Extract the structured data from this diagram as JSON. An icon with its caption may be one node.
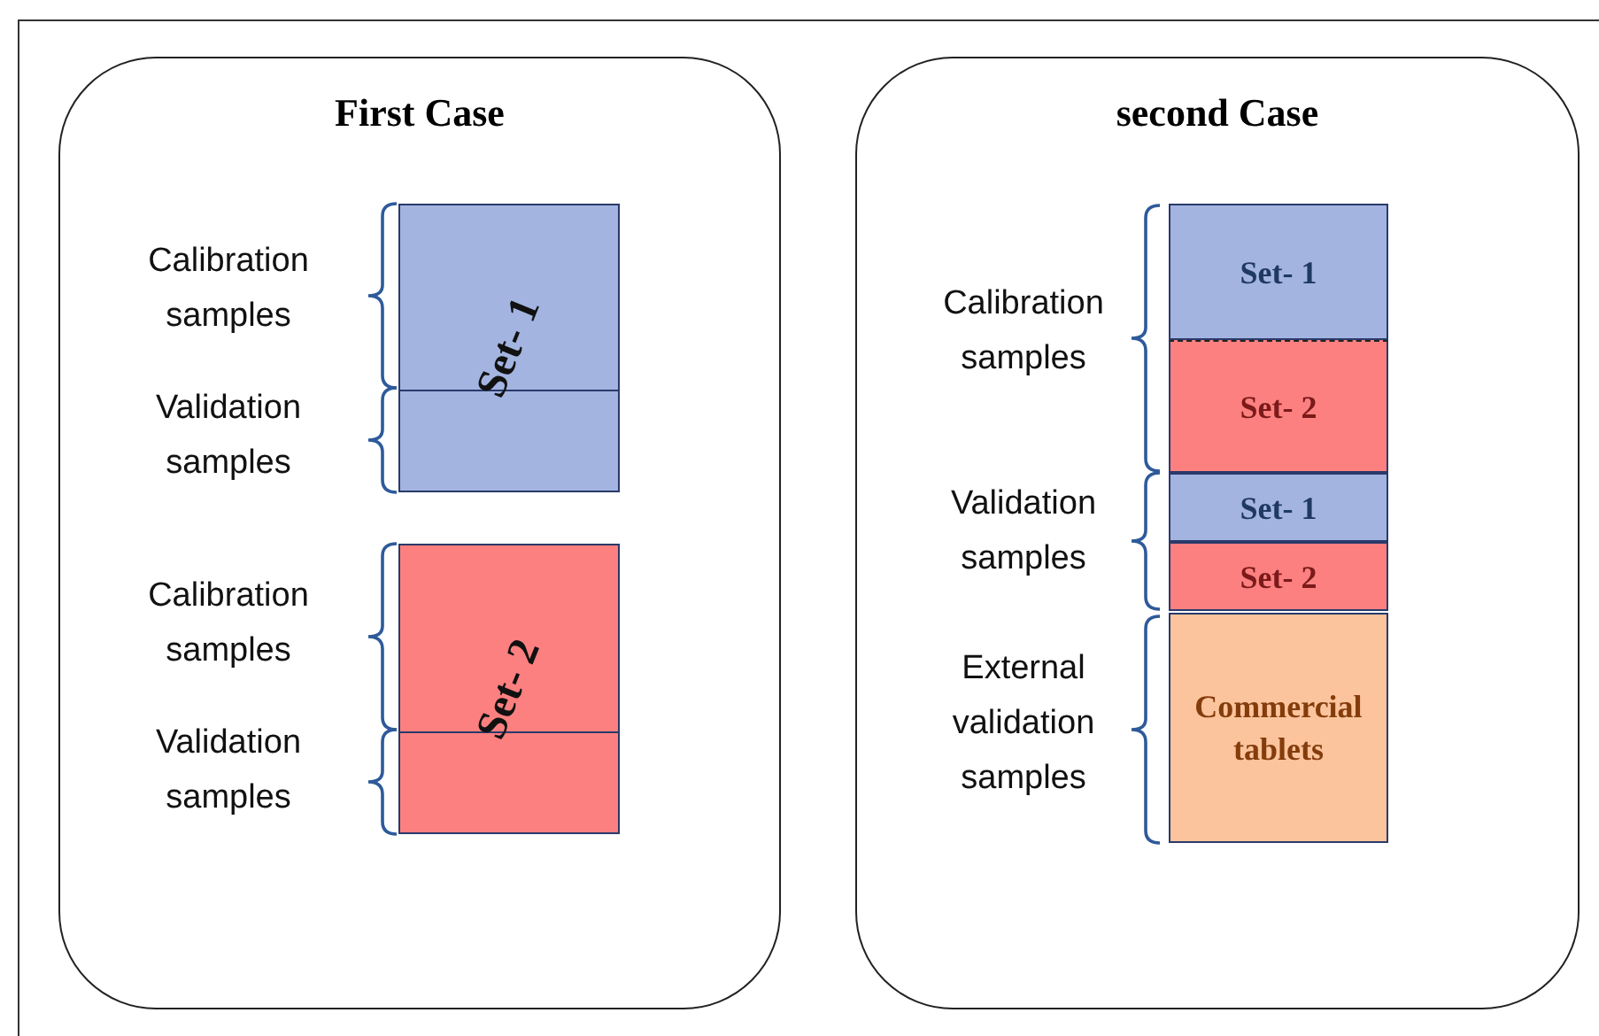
{
  "diagram": {
    "nodes": [
      {
        "text": [
          "First Case"
        ]
      },
      {
        "text": [
          "Set- 1"
        ],
        "in": 0
      },
      {
        "text": [
          "Set- 2"
        ],
        "in": 0
      },
      {
        "text": [
          "second Case"
        ]
      },
      {
        "text": [
          "Set- 1"
        ],
        "in": 3
      },
      {
        "text": [
          "Set- 2"
        ],
        "in": 3
      },
      {
        "text": [
          "Set- 1"
        ],
        "in": 3
      },
      {
        "text": [
          "Set- 2"
        ],
        "in": 3
      },
      {
        "text": [
          "Commercial tablets"
        ],
        "in": 3
      }
    ],
    "labels": [
      "Calibration samples",
      "Validation samples",
      "Calibration samples",
      "Validation samples",
      "Calibration samples",
      "Validation samples",
      "External validation samples"
    ]
  }
}
